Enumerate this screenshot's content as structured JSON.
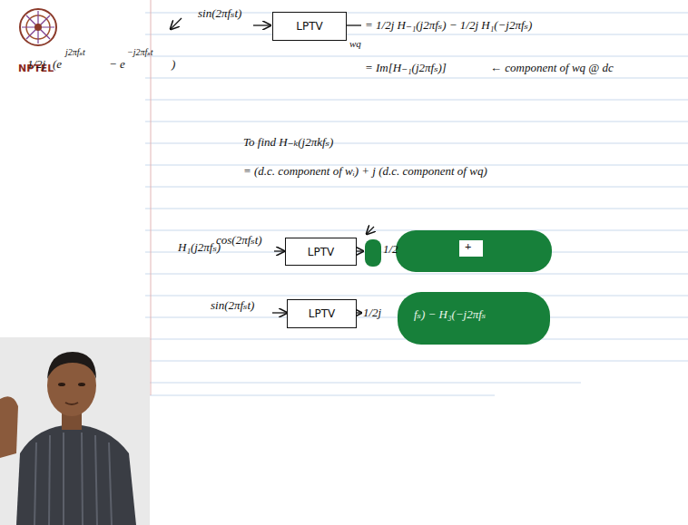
{
  "diagram": {
    "nodes": [
      {
        "text": [
          "LPTV"
        ]
      },
      {
        "text": [
          "LPTV"
        ]
      },
      {
        "text": [
          "LPTV"
        ]
      }
    ],
    "labels": [
      "NPTEL",
      "1/2j",
      "(e",
      "j2πfₛt",
      "− e",
      "−j2πfₛt",
      ")",
      "sin(2πfₛt)",
      "wq",
      "= 1/2j H₋₁(j2πfₛ) − 1/2j H₁(−j2πfₛ)",
      "= Im[H₋₁(j2πfₛ)]",
      "← component of wq @ dc",
      "To find H₋ₖ(j2πkfₛ)",
      "= (d.c. component of wᵢ) + j (d.c. component of wq)",
      "H₁(j2πfₛ)",
      "cos(2πfₛt)",
      "1/2",
      "+",
      "sin(2πfₛt)",
      "1/2j",
      "fₛ) − H₃(−j2πfₛ"
    ]
  }
}
